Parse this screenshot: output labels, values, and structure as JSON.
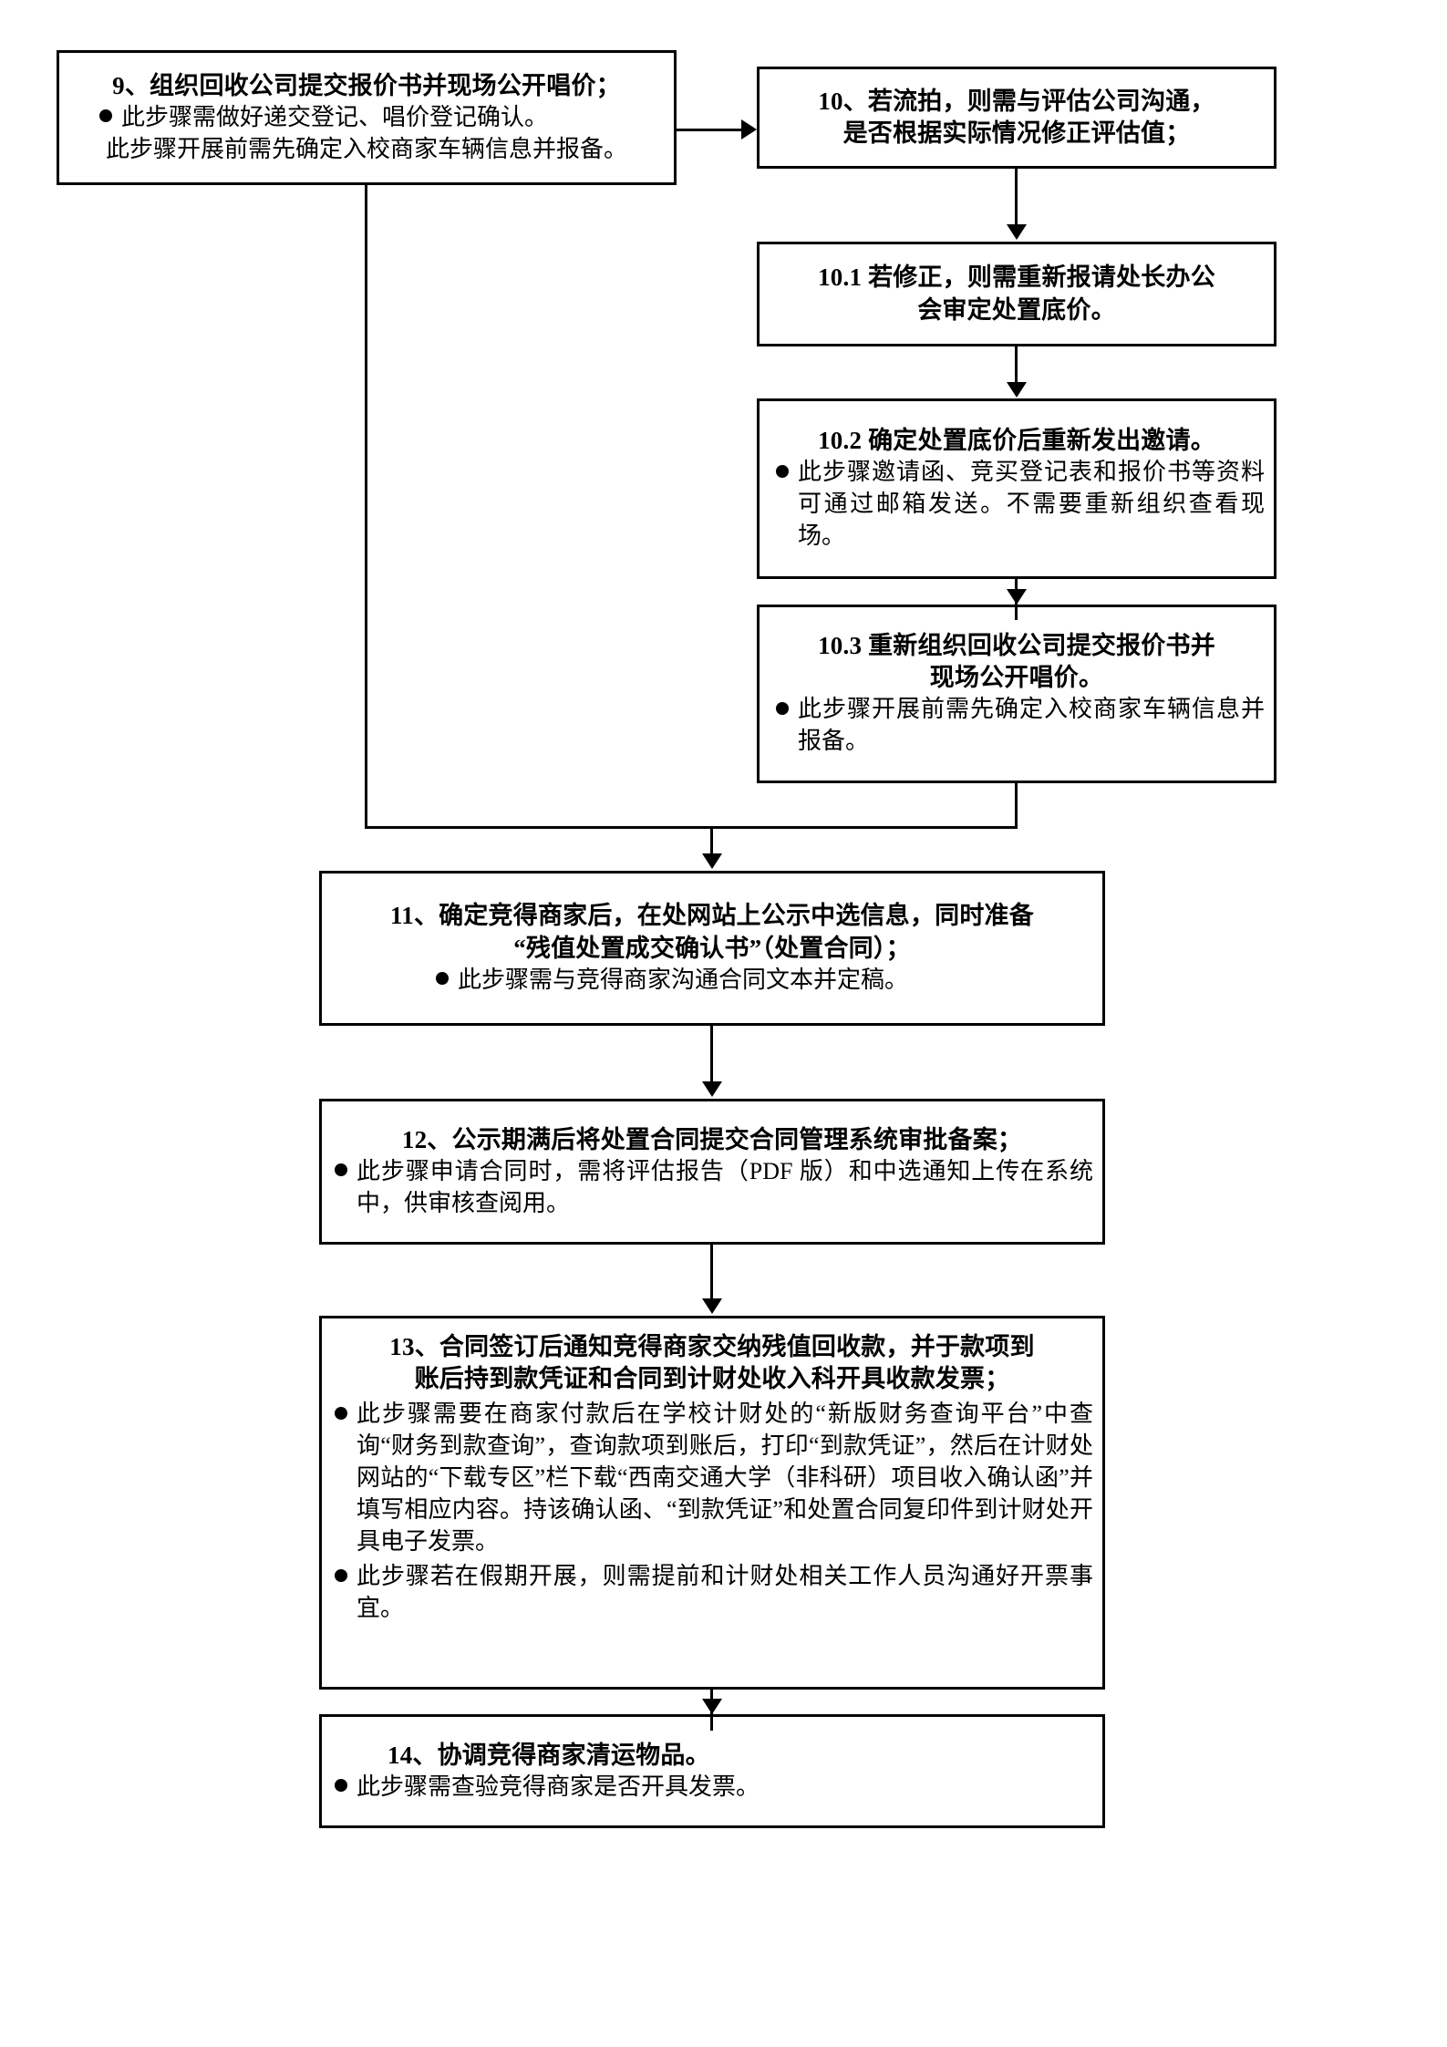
{
  "document": {
    "type": "flowchart",
    "language": "zh-CN",
    "background_color": "#ffffff",
    "line_color": "#000000",
    "text_color": "#000000"
  },
  "nodes": {
    "step9": {
      "title": "9、组织回收公司提交报价书并现场公开唱价；",
      "bullets": [
        "此步骤需做好递交登记、唱价登记确认。"
      ],
      "note": "此步骤开展前需先确定入校商家车辆信息并报备。"
    },
    "step10": {
      "title_line1": "10、若流拍，则需与评估公司沟通，",
      "title_line2": "是否根据实际情况修正评估值；"
    },
    "step10_1": {
      "title_line1": "10.1 若修正，则需重新报请处长办公",
      "title_line2": "会审定处置底价。"
    },
    "step10_2": {
      "title": "10.2 确定处置底价后重新发出邀请。",
      "bullets": [
        "此步骤邀请函、竞买登记表和报价书等资料可通过邮箱发送。不需要重新组织查看现场。"
      ]
    },
    "step10_3": {
      "title_line1": "10.3 重新组织回收公司提交报价书并",
      "title_line2": "现场公开唱价。",
      "bullets": [
        "此步骤开展前需先确定入校商家车辆信息并报备。"
      ]
    },
    "step11": {
      "title_line1": "11、确定竞得商家后，在处网站上公示中选信息，同时准备",
      "title_line2": "“残值处置成交确认书”（处置合同）；",
      "bullets": [
        "此步骤需与竞得商家沟通合同文本并定稿。"
      ]
    },
    "step12": {
      "title": "12、公示期满后将处置合同提交合同管理系统审批备案；",
      "bullets": [
        "此步骤申请合同时，需将评估报告（PDF 版）和中选通知上传在系统中，供审核查阅用。"
      ]
    },
    "step13": {
      "title_line1": "13、合同签订后通知竞得商家交纳残值回收款，并于款项到",
      "title_line2": "账后持到款凭证和合同到计财处收入科开具收款发票；",
      "bullets": [
        "此步骤需要在商家付款后在学校计财处的“新版财务查询平台”中查询“财务到款查询”，查询款项到账后，打印“到款凭证”，然后在计财处网站的“下载专区”栏下载“西南交通大学（非科研）项目收入确认函”并填写相应内容。持该确认函、“到款凭证”和处置合同复印件到计财处开具电子发票。",
        "此步骤若在假期开展，则需提前和计财处相关工作人员沟通好开票事宜。"
      ]
    },
    "step14": {
      "title": "14、协调竞得商家清运物品。",
      "bullets": [
        "此步骤需查验竞得商家是否开具发票。"
      ]
    }
  },
  "connectors": [
    {
      "name": "step9-to-step10",
      "kind": "horizontal-arrow"
    },
    {
      "name": "step10-to-step10_1",
      "kind": "vertical-arrow"
    },
    {
      "name": "step10_1-to-step10_2",
      "kind": "vertical-arrow"
    },
    {
      "name": "step10_2-to-step10_3",
      "kind": "vertical-arrow"
    },
    {
      "name": "step9-down-to-merge",
      "kind": "vertical-elbow"
    },
    {
      "name": "step10_3-down-to-merge",
      "kind": "vertical-elbow"
    },
    {
      "name": "merge-to-step11",
      "kind": "vertical-arrow"
    },
    {
      "name": "step11-to-step12",
      "kind": "vertical-arrow"
    },
    {
      "name": "step12-to-step13",
      "kind": "vertical-arrow"
    },
    {
      "name": "step13-to-step14",
      "kind": "vertical-arrow"
    }
  ]
}
